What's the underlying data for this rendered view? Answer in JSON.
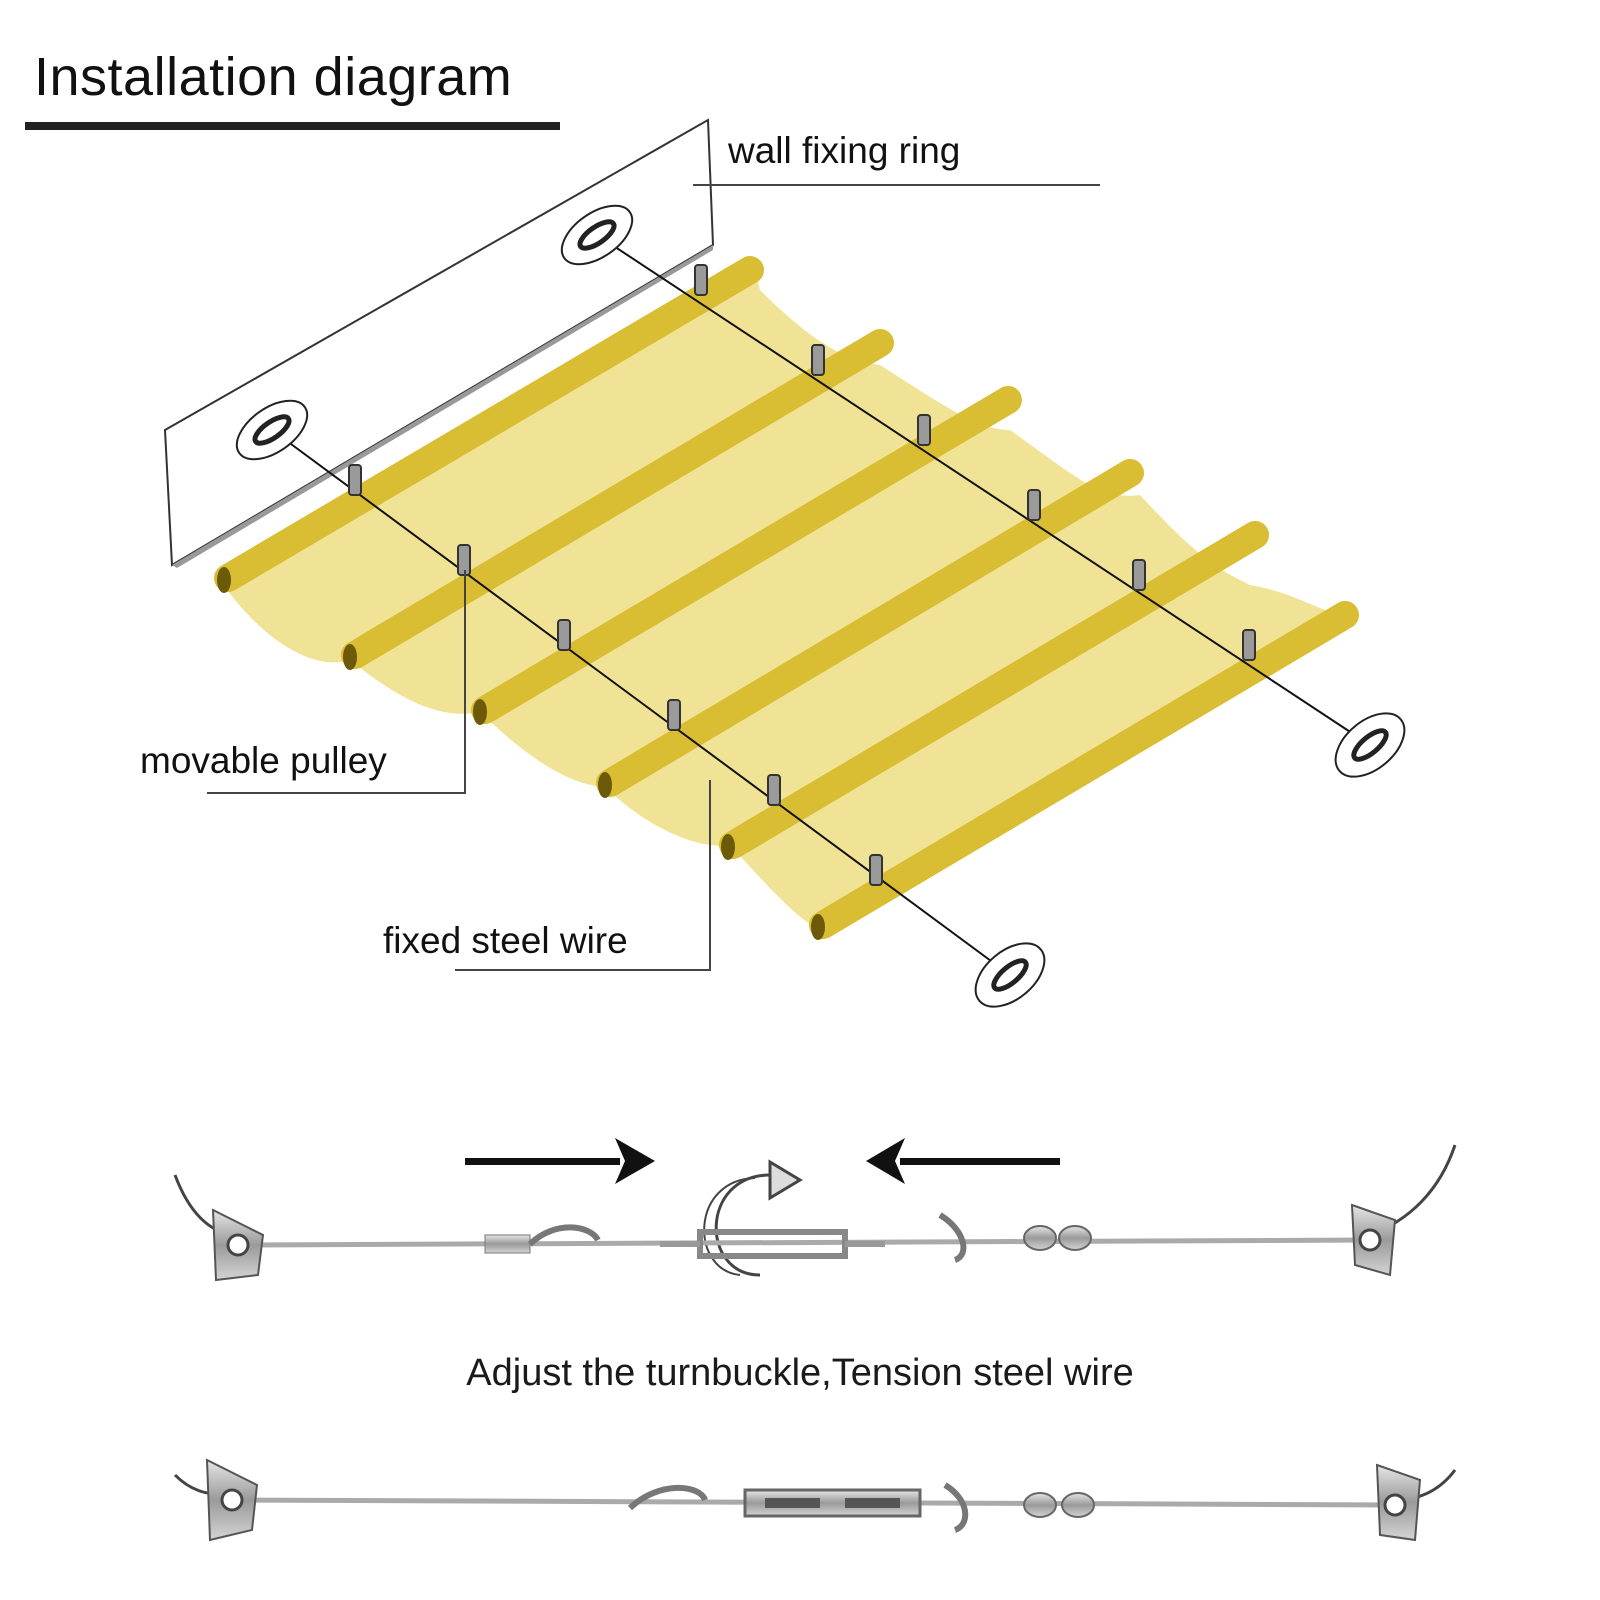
{
  "title": "Installation diagram",
  "labels": {
    "wall_fixing_ring": "wall fixing ring",
    "movable_pulley": "movable pulley",
    "fixed_steel_wire": "fixed steel wire"
  },
  "caption": "Adjust the turnbuckle,Tension steel wire",
  "colors": {
    "fabric": "#f0e08a",
    "rod": "#d9bd33",
    "rod_end": "#6d5a08",
    "wire": "#111111",
    "steel": "#b7b7b7"
  }
}
